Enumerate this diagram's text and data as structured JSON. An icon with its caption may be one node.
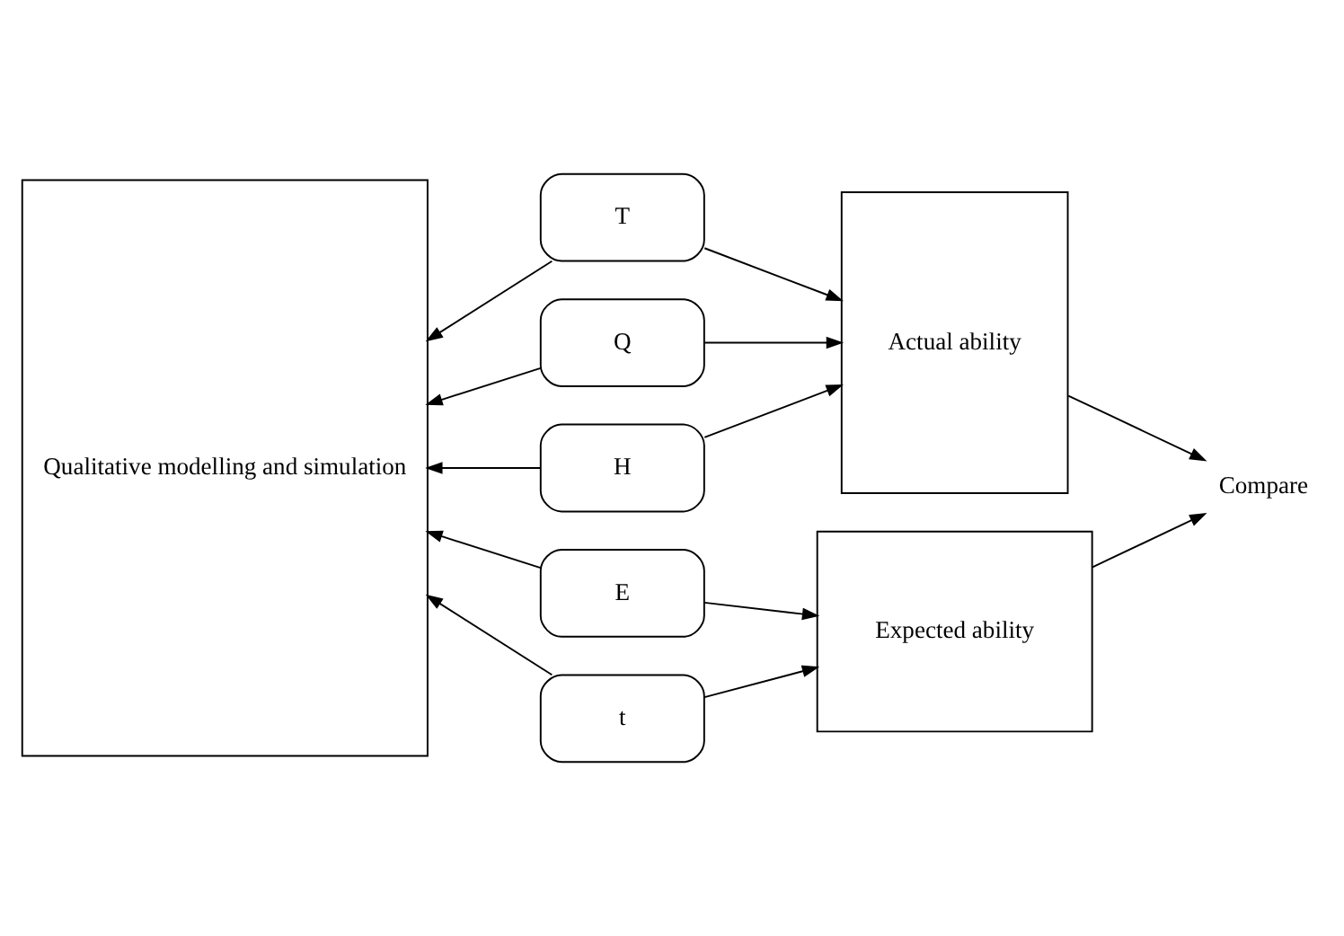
{
  "diagram": {
    "nodes": [
      {
        "text": [
          "Qualitative modelling and simulation"
        ]
      },
      {
        "text": [
          "T"
        ]
      },
      {
        "text": [
          "Q"
        ]
      },
      {
        "text": [
          "H"
        ]
      },
      {
        "text": [
          "E"
        ]
      },
      {
        "text": [
          "t"
        ]
      },
      {
        "text": [
          "Actual ability"
        ]
      },
      {
        "text": [
          "Expected ability"
        ]
      },
      {
        "text": [
          "Compare"
        ]
      }
    ],
    "edges": [
      {
        "from": 1,
        "to": 0,
        "arrow": "to"
      },
      {
        "from": 2,
        "to": 0,
        "arrow": "to"
      },
      {
        "from": 3,
        "to": 0,
        "arrow": "to"
      },
      {
        "from": 4,
        "to": 0,
        "arrow": "to"
      },
      {
        "from": 5,
        "to": 0,
        "arrow": "to"
      },
      {
        "from": 1,
        "to": 6,
        "arrow": "to"
      },
      {
        "from": 2,
        "to": 6,
        "arrow": "to"
      },
      {
        "from": 3,
        "to": 6,
        "arrow": "to"
      },
      {
        "from": 4,
        "to": 7,
        "arrow": "to"
      },
      {
        "from": 5,
        "to": 7,
        "arrow": "to"
      },
      {
        "from": 6,
        "to": 8,
        "arrow": "to"
      },
      {
        "from": 7,
        "to": 8,
        "arrow": "to"
      }
    ]
  }
}
